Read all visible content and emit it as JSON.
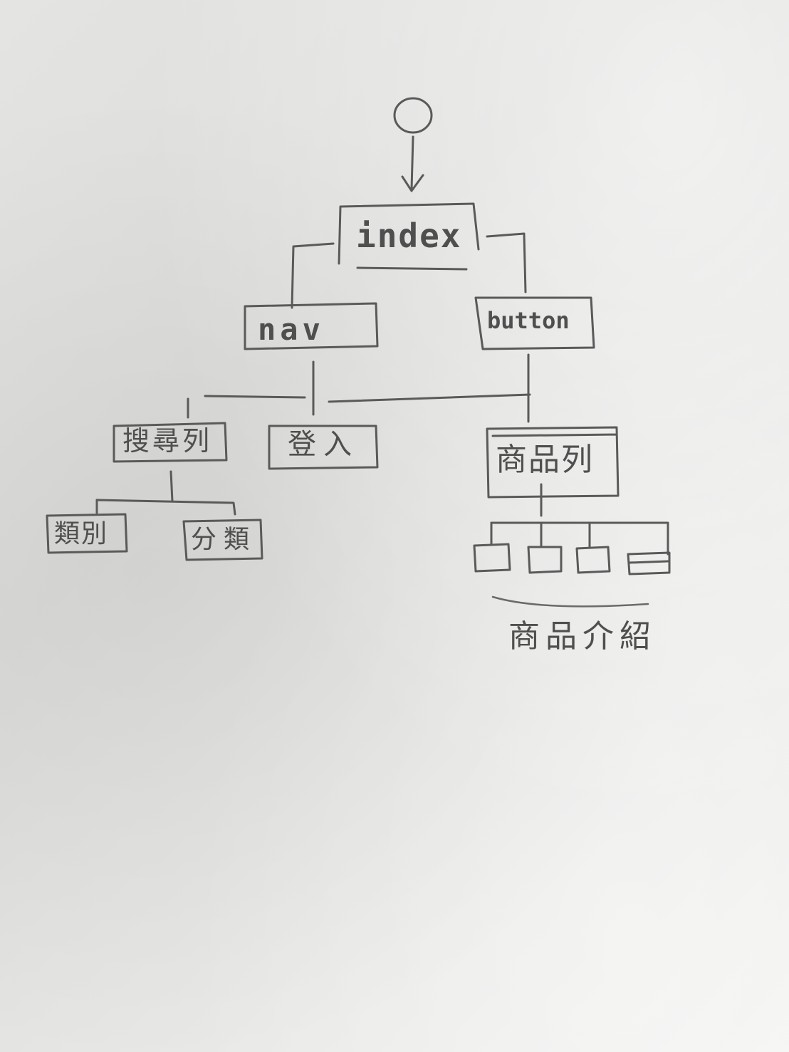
{
  "diagram": {
    "nodes": {
      "start": {
        "shape": "circle"
      },
      "index": {
        "label": "index"
      },
      "nav": {
        "label": "nav"
      },
      "button": {
        "label": "button"
      },
      "search_bar": {
        "label": "搜尋列"
      },
      "login": {
        "label": "登入"
      },
      "product_list": {
        "label": "商品列"
      },
      "category_a": {
        "label": "類別"
      },
      "category_b": {
        "label": "分類"
      },
      "product_items": {
        "count": 4
      },
      "product_intro": {
        "label": "商品介紹"
      }
    },
    "edges": [
      [
        "start",
        "index"
      ],
      [
        "index",
        "nav"
      ],
      [
        "index",
        "button"
      ],
      [
        "nav",
        "search_bar"
      ],
      [
        "nav",
        "login"
      ],
      [
        "nav",
        "product_list"
      ],
      [
        "button",
        "product_list"
      ],
      [
        "search_bar",
        "category_a"
      ],
      [
        "search_bar",
        "category_b"
      ],
      [
        "product_list",
        "product_items"
      ],
      [
        "product_items",
        "product_intro"
      ]
    ]
  }
}
